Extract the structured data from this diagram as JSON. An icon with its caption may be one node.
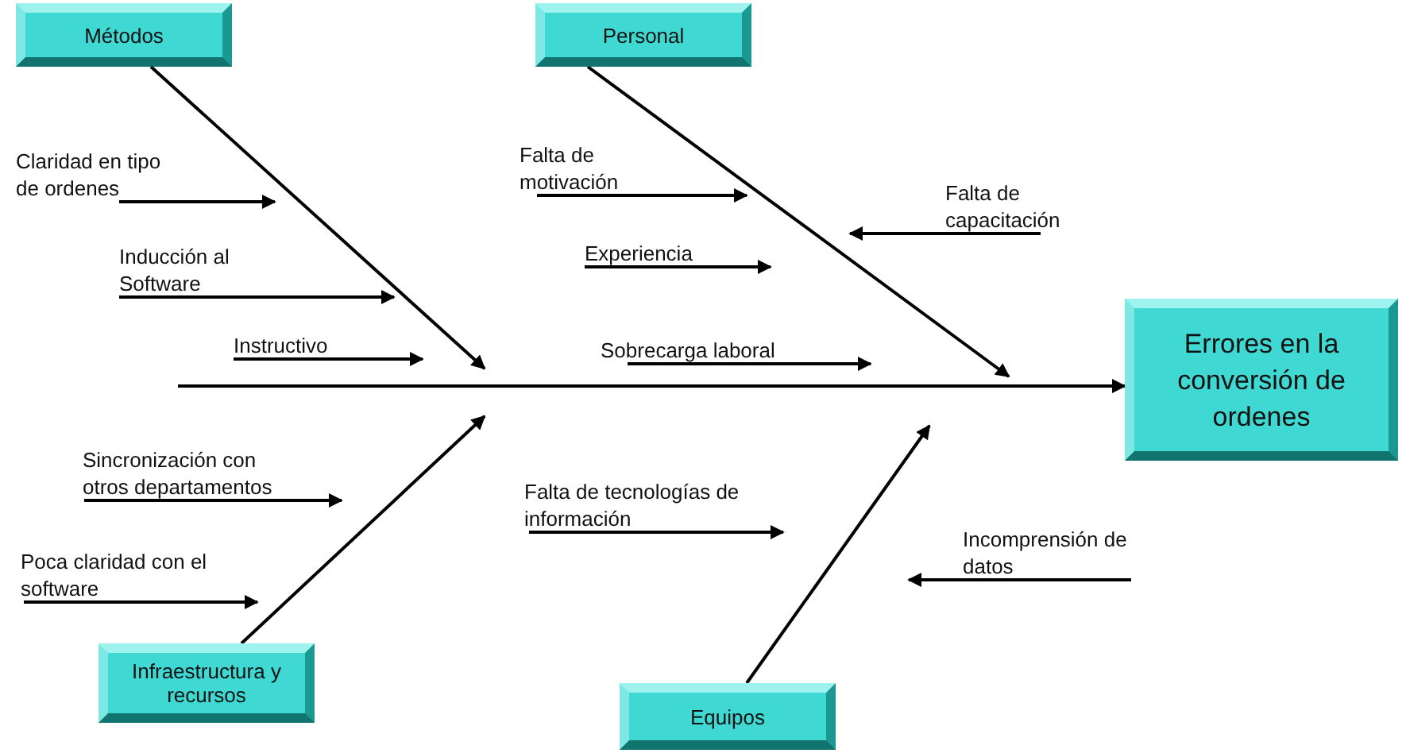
{
  "diagram": {
    "nodes": [
      {
        "text": [
          "Métodos"
        ]
      },
      {
        "text": [
          "Personal"
        ]
      },
      {
        "text": [
          "Infraestructura y recursos"
        ]
      },
      {
        "text": [
          "Equipos"
        ]
      },
      {
        "text": [
          "Errores en la conversión de ordenes"
        ]
      },
      {
        "text": [
          "Claridad en tipo de ordenes"
        ]
      },
      {
        "text": [
          "Inducción al Software"
        ]
      },
      {
        "text": [
          "Instructivo"
        ]
      },
      {
        "text": [
          "Falta de motivación"
        ]
      },
      {
        "text": [
          "Falta de capacitación"
        ]
      },
      {
        "text": [
          "Experiencia"
        ]
      },
      {
        "text": [
          "Sobrecarga laboral"
        ]
      },
      {
        "text": [
          "Sincronización con otros departamentos"
        ]
      },
      {
        "text": [
          "Poca claridad con el software"
        ]
      },
      {
        "text": [
          "Falta de tecnologías de información"
        ]
      },
      {
        "text": [
          "Incomprensión de datos"
        ]
      }
    ],
    "edges": [
      {
        "from": null,
        "to": 4,
        "arrow": "to"
      },
      {
        "from": 0,
        "to": null,
        "arrow": "to"
      },
      {
        "from": 1,
        "to": null,
        "arrow": "to"
      },
      {
        "from": 2,
        "to": null,
        "arrow": "to"
      },
      {
        "from": 3,
        "to": null,
        "arrow": "to"
      },
      {
        "from": 5,
        "to": null,
        "arrow": "to"
      },
      {
        "from": 6,
        "to": null,
        "arrow": "to"
      },
      {
        "from": 7,
        "to": null,
        "arrow": "to"
      },
      {
        "from": 8,
        "to": null,
        "arrow": "to"
      },
      {
        "from": 9,
        "to": null,
        "arrow": "to"
      },
      {
        "from": 10,
        "to": null,
        "arrow": "to"
      },
      {
        "from": 11,
        "to": null,
        "arrow": "to"
      },
      {
        "from": 12,
        "to": null,
        "arrow": "to"
      },
      {
        "from": 13,
        "to": null,
        "arrow": "to"
      },
      {
        "from": 14,
        "to": null,
        "arrow": "to"
      },
      {
        "from": 15,
        "to": null,
        "arrow": "to"
      }
    ]
  }
}
